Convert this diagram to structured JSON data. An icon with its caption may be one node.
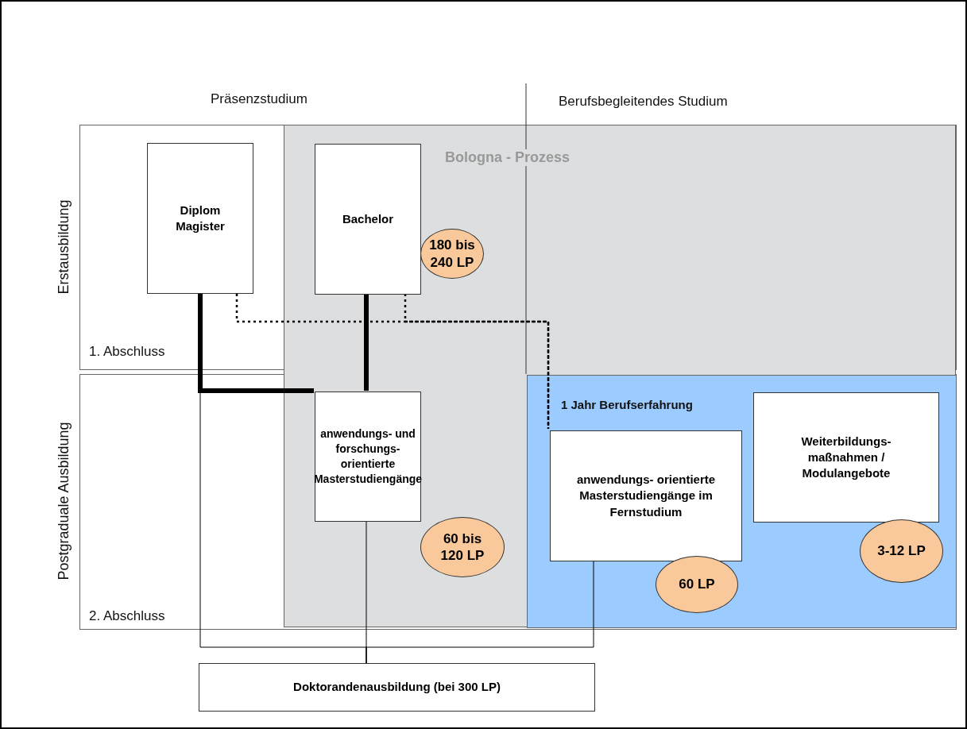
{
  "diagram": {
    "nodes": [
      {
        "text": [
          "Bologna - Prozess"
        ]
      },
      {
        "text": [
          "Diplom Magister"
        ]
      },
      {
        "text": [
          "Bachelor"
        ],
        "in": 0
      },
      {
        "text": [
          "180 bis 240 LP"
        ],
        "in": 0
      },
      {
        "text": [
          "1 Jahr Berufserfahrung"
        ],
        "in": 0
      },
      {
        "text": [
          "anwendungs- und forschungs- orientierte Masterstudiengänge"
        ],
        "in": 0
      },
      {
        "text": [
          "60 bis 120 LP"
        ],
        "in": 0
      },
      {
        "text": [
          "anwendungs- orientierte Masterstudiengänge im Fernstudium"
        ],
        "in": 4
      },
      {
        "text": [
          "60 LP"
        ],
        "in": 4
      },
      {
        "text": [
          "Weiterbildungs- maßnahmen / Modulangebote"
        ],
        "in": 4
      },
      {
        "text": [
          "3-12 LP"
        ],
        "in": 4
      },
      {
        "text": [
          "Doktorandenausbildung (bei 300 LP)"
        ]
      }
    ],
    "edges": [
      {
        "from": 1,
        "to": 5,
        "arrow": "none",
        "style": "thick"
      },
      {
        "from": 2,
        "to": 5,
        "arrow": "none",
        "style": "thick"
      },
      {
        "from": 1,
        "to": 7,
        "arrow": "none",
        "style": "dashed"
      },
      {
        "from": 2,
        "to": 7,
        "arrow": "none",
        "style": "dashed"
      },
      {
        "from": 1,
        "to": 11,
        "arrow": "none"
      },
      {
        "from": 5,
        "to": 11,
        "arrow": "none"
      },
      {
        "from": 7,
        "to": 11,
        "arrow": "none"
      }
    ],
    "labels": [
      "Präsenzstudium",
      "Berufsbegleitendes Studium",
      "Erstausbildung",
      "1. Abschluss",
      "Postgraduale Ausbildung",
      "2. Abschluss"
    ]
  }
}
